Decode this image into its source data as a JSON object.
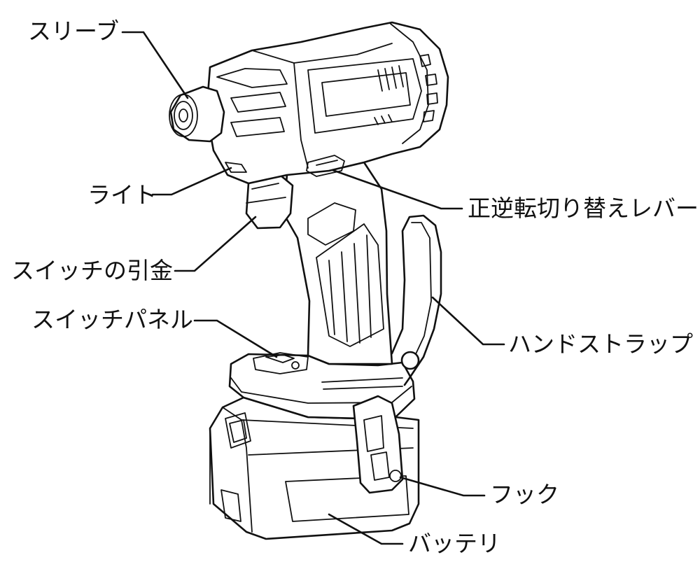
{
  "labels": {
    "sleeve": "スリーブ",
    "light": "ライト",
    "trigger": "スイッチの引金",
    "switch_panel": "スイッチパネル",
    "reverse_lever": "正逆転切り替えレバー",
    "hand_strap": "ハンドストラップ",
    "hook": "フック",
    "battery": "バッテリ"
  }
}
